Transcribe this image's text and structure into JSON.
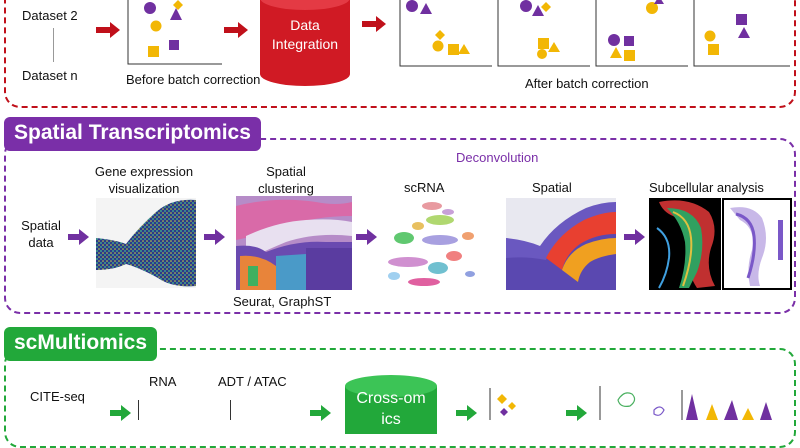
{
  "batch": {
    "labels": {
      "dataset2": "Dataset 2",
      "datasetn": "Dataset n",
      "before": "Before batch correction",
      "after": "After batch correction"
    },
    "db": {
      "line1": "Data",
      "line2": "Integration"
    },
    "color": "#c0101a"
  },
  "spatial": {
    "title": "Spatial Transcriptomics",
    "color": "#7a2fa8",
    "input": {
      "line1": "Spatial",
      "line2": "data"
    },
    "steps": [
      {
        "line1": "Gene expression",
        "line2": "visualization"
      },
      {
        "line1": "Spatial",
        "line2": "clustering"
      }
    ],
    "deconvolution": "Deconvolution",
    "scrna": "scRNA",
    "spatial_label": "Spatial",
    "subcellular": "Subcellular analysis",
    "tools": "Seurat, GraphST"
  },
  "multi": {
    "title": "scMultiomics",
    "color": "#22a83a",
    "citeseq": "CITE-seq",
    "rna": "RNA",
    "adt": "ADT / ATAC",
    "db": "Cross-omics"
  },
  "colors": {
    "purple": "#7030a0",
    "yellow": "#f2b705",
    "arrow_red": "#c0101a",
    "arrow_purple": "#7030a0",
    "arrow_green": "#22a83a"
  }
}
